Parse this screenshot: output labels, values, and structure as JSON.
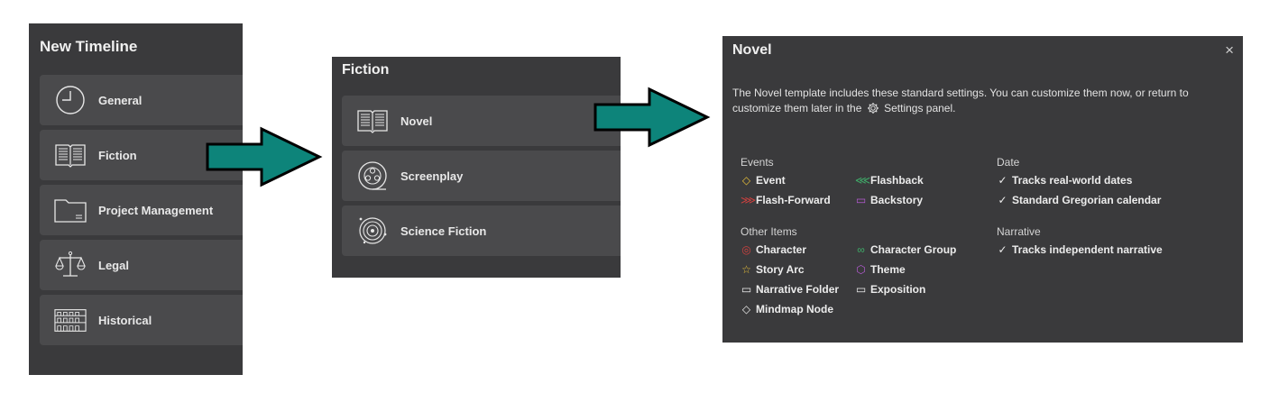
{
  "panel1": {
    "title": "New Timeline",
    "items": [
      {
        "label": "General",
        "icon": "clock-icon"
      },
      {
        "label": "Fiction",
        "icon": "book-icon"
      },
      {
        "label": "Project Management",
        "icon": "folder-icon"
      },
      {
        "label": "Legal",
        "icon": "scales-icon"
      },
      {
        "label": "Historical",
        "icon": "colosseum-icon"
      }
    ]
  },
  "panel2": {
    "title": "Fiction",
    "items": [
      {
        "label": "Novel",
        "icon": "book-icon"
      },
      {
        "label": "Screenplay",
        "icon": "film-reel-icon"
      },
      {
        "label": "Science Fiction",
        "icon": "galaxy-icon"
      }
    ]
  },
  "panel3": {
    "title": "Novel",
    "close_glyph": "×",
    "desc_part1": "The Novel template includes these standard settings. You can customize them now, or return to customize them later in the",
    "desc_part2": "Settings panel.",
    "events": {
      "heading": "Events",
      "items": [
        {
          "label": "Event",
          "glyph": "◇",
          "color": "#e8c03a"
        },
        {
          "label": "Flashback",
          "glyph": "⋘",
          "color": "#3fae6a"
        },
        {
          "label": "Flash-Forward",
          "glyph": "⋙",
          "color": "#d0413f"
        },
        {
          "label": "Backstory",
          "glyph": "▭",
          "color": "#b65bd4"
        }
      ]
    },
    "date": {
      "heading": "Date",
      "items": [
        {
          "label": "Tracks real-world dates",
          "glyph": "✓"
        },
        {
          "label": "Standard Gregorian calendar",
          "glyph": "✓"
        }
      ]
    },
    "other": {
      "heading": "Other Items",
      "items": [
        {
          "label": "Character",
          "glyph": "◎",
          "color": "#d0413f"
        },
        {
          "label": "Character Group",
          "glyph": "∞",
          "color": "#3fae6a"
        },
        {
          "label": "Story Arc",
          "glyph": "☆",
          "color": "#e8c03a"
        },
        {
          "label": "Theme",
          "glyph": "⬡",
          "color": "#b65bd4"
        },
        {
          "label": "Narrative Folder",
          "glyph": "▭",
          "color": "#dddddd"
        },
        {
          "label": "Exposition",
          "glyph": "▭",
          "color": "#dddddd"
        },
        {
          "label": "Mindmap Node",
          "glyph": "◇",
          "color": "#dddddd"
        }
      ]
    },
    "narrative": {
      "heading": "Narrative",
      "items": [
        {
          "label": "Tracks independent narrative",
          "glyph": "✓"
        }
      ]
    }
  },
  "colors": {
    "panel": "#3a3a3c",
    "card": "#4a4a4c",
    "arrow": "#0d847a"
  }
}
